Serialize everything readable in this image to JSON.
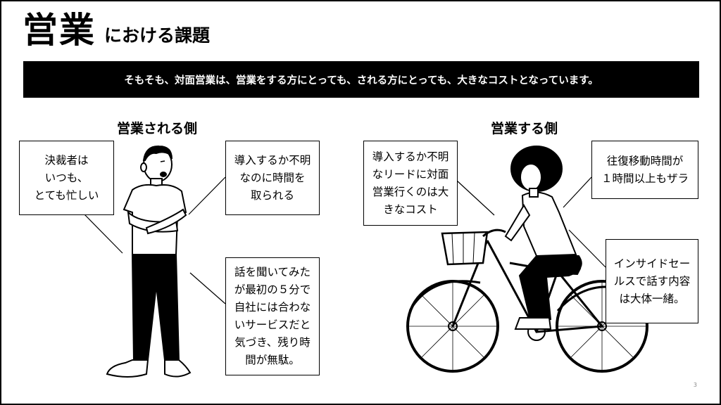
{
  "title": {
    "main": "営業",
    "sub": "における課題"
  },
  "banner": "そもそも、対面営業は、営業をする方にとっても、される方にとっても、大きなコストとなっています。",
  "left": {
    "label": "営業される側",
    "callout_busy": "決裁者は\nいつも、\nとても忙しい",
    "callout_time": "導入するか不明\nなのに時間を\n取られる",
    "callout_waste": "話を聞いてみた\nが最初の５分で\n自社には合わな\nいサービスだと\n気づき、残り時\n間が無駄。"
  },
  "right": {
    "label": "営業する側",
    "callout_cost": "導入するか不明\nなリードに対面\n営業行くのは大\nきなコスト",
    "callout_travel": "往復移動時間が\n１時間以上もザラ",
    "callout_inside": "インサイドセー\nルスで話す内容\nは大体一緒。"
  },
  "page_number": "3"
}
